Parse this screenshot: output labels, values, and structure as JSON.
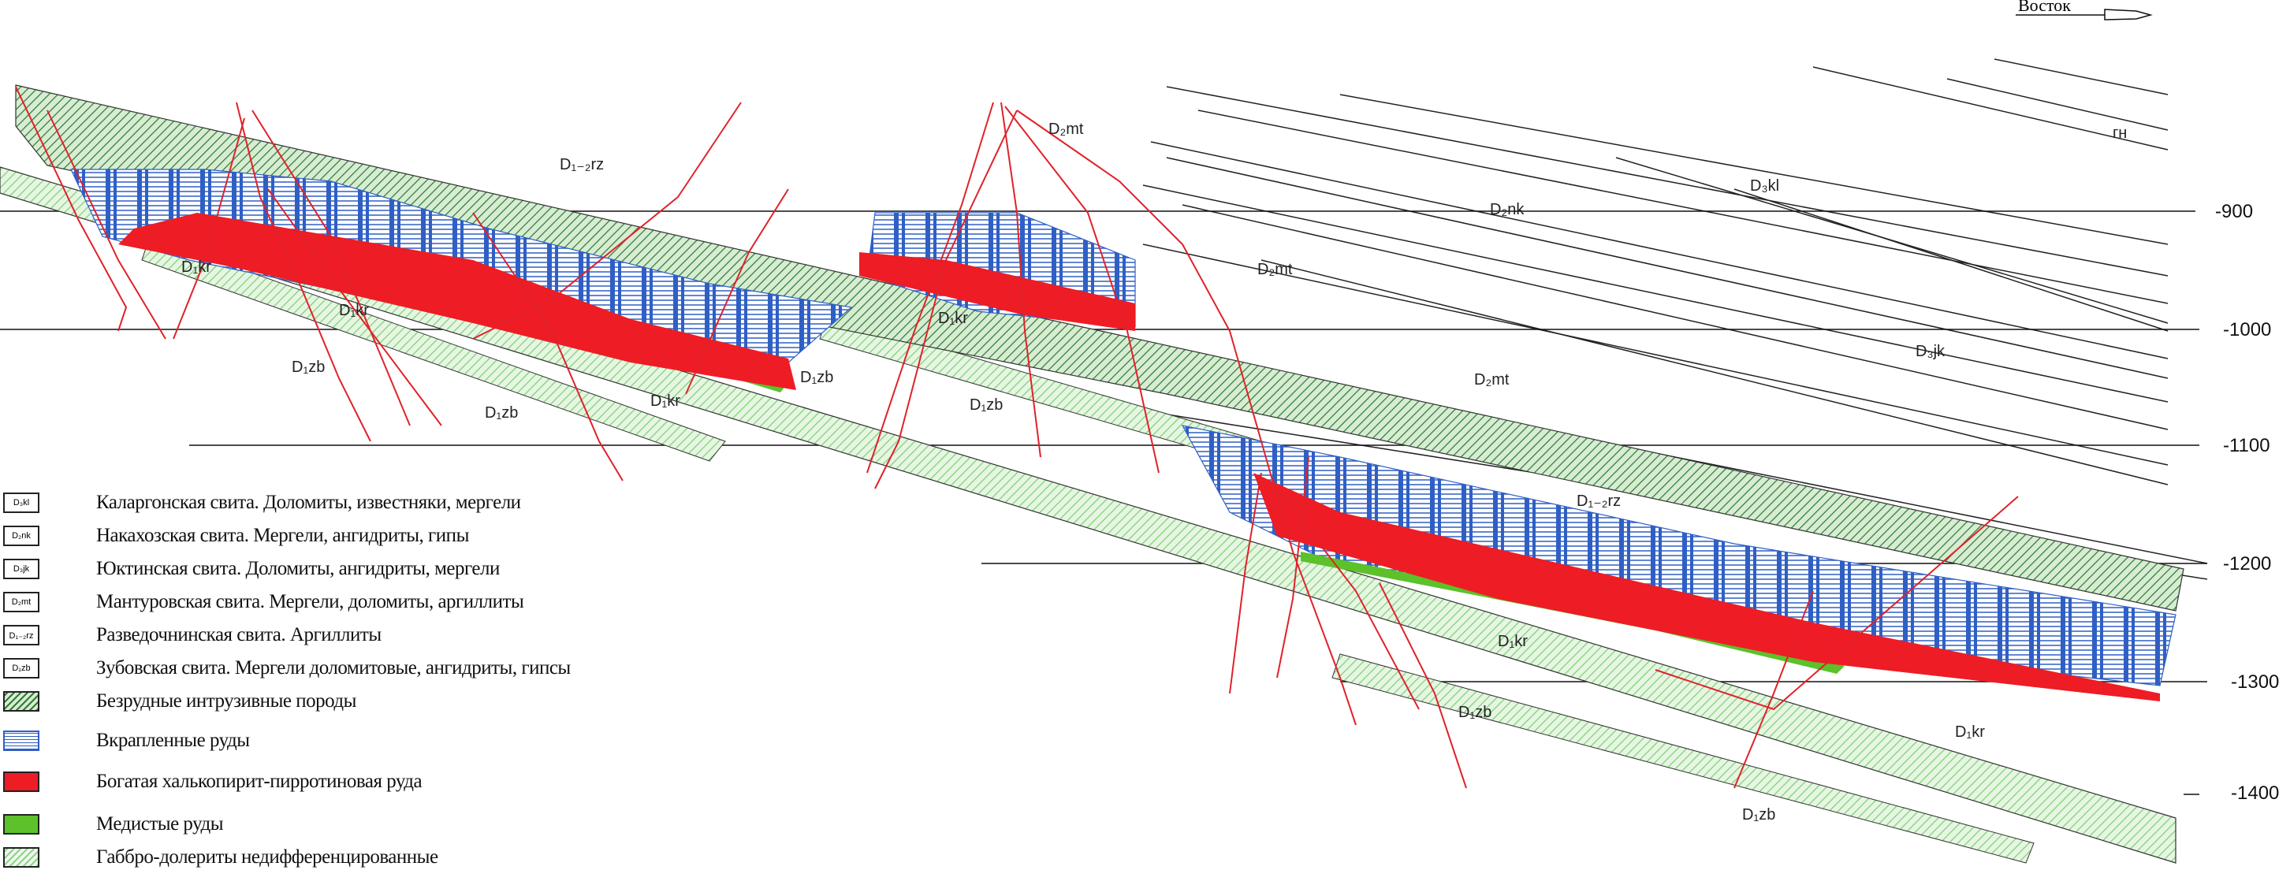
{
  "direction": {
    "label": "Восток"
  },
  "levels": [
    "-900",
    "-1000",
    "-1100",
    "-1200",
    "-1300",
    "-1400"
  ],
  "map_labels": {
    "d3kl": "D₃kl",
    "d2nk": "D₂nk",
    "d3jk": "D₃jk",
    "d2mt_a": "D₂mt",
    "d2mt_b": "D₂mt",
    "d2mt_c": "D₂mt",
    "d12rz_a": "D₁₋₂rz",
    "d12rz_b": "D₁₋₂rz",
    "d1zb_a": "D₁zb",
    "d1zb_b": "D₁zb",
    "d1zb_c": "D₁zb",
    "d1zb_d": "D₁zb",
    "d1zb_e": "D₁zb",
    "d1zb_f": "D₁zb",
    "d1kr_a": "D₁kr",
    "d1kr_b": "D₁kr",
    "d1kr_c": "D₁kr",
    "d1kr_d": "D₁kr",
    "d1kr_e": "D₁kr",
    "d1kr_f": "D₁kr",
    "gn": "гн"
  },
  "legend": [
    {
      "code": "D₃kl",
      "text": "Каларгонская свита. Доломиты, известняки, мергели"
    },
    {
      "code": "D₂nk",
      "text": "Накахозская свита. Мергели, ангидриты, гипы"
    },
    {
      "code": "D₃jk",
      "text": "Юктинская свита. Доломиты, ангидриты, мергели"
    },
    {
      "code": "D₂mt",
      "text": "Мантуровская свита. Мергели, доломиты, аргиллиты"
    },
    {
      "code": "D₁₋₂rz",
      "text": "Разведочнинская свита. Аргиллиты"
    },
    {
      "code": "D₁zb",
      "text": "Зубовская свита. Мергели доломитовые, ангидриты, гипсы"
    },
    {
      "code": "",
      "text": "Безрудные интрузивные породы"
    },
    {
      "code": "",
      "text": "Вкрапленные руды"
    },
    {
      "code": "",
      "text": "Богатая халькопирит-пирротиновая руда"
    },
    {
      "code": "",
      "text": "Медистые руды"
    },
    {
      "code": "",
      "text": "Габбро-долериты недифференцированные"
    }
  ],
  "colors": {
    "intrusive": "#2e7d32",
    "disseminated": "#2f5fc4",
    "rich_ore": "#ee1c24",
    "copper_ore": "#5cc12a",
    "gabbro": "#8fd48a",
    "fault": "#e0222a"
  }
}
